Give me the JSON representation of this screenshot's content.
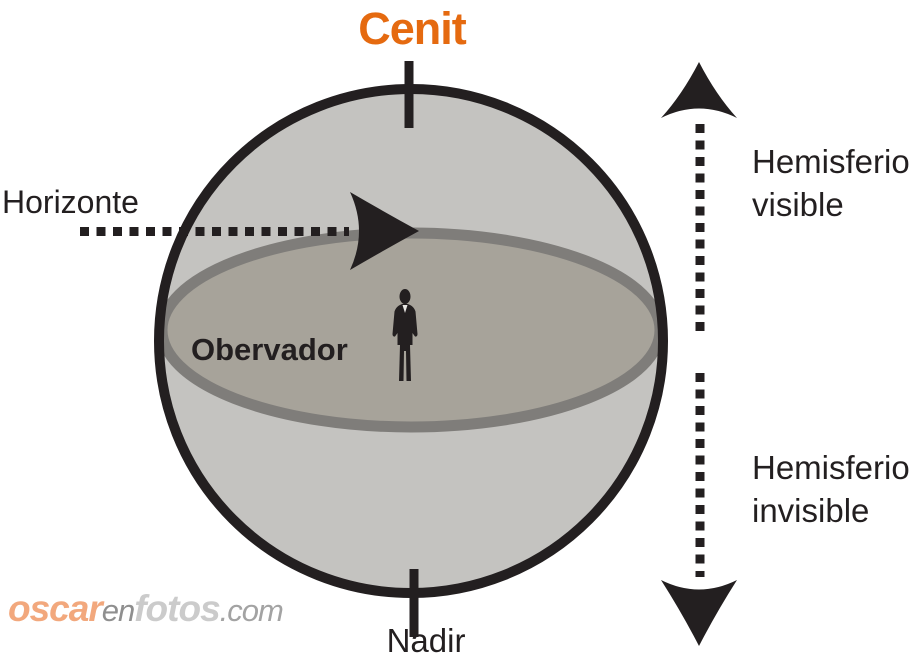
{
  "diagram": {
    "title": "Cenit",
    "horizon_label": "Horizonte",
    "observer_label": "Obervador",
    "nadir_label": "Nadir",
    "visible_hemisphere": {
      "line1": "Hemisferio",
      "line2": "visible"
    },
    "invisible_hemisphere": {
      "line1": "Hemisferio",
      "line2": "invisible"
    }
  },
  "watermark": {
    "part1": "oscar",
    "part2": "en",
    "part3": "fotos",
    "part4": ".com"
  },
  "icons": {
    "observer": "person-silhouette-icon",
    "zenith_axis": "up-arrow-icon",
    "nadir_axis": "down-arrow-icon",
    "horizon_pointer": "right-arrow-icon"
  },
  "colors": {
    "background": "#ffffff",
    "ink": "#231f20",
    "accent_orange": "#e56a10",
    "sphere_fill": "#c4c3c0",
    "horizon_fill": "#a7a39a",
    "horizon_ring": "#7f7d7a",
    "wm_oscar": "#f2a87d",
    "wm_en": "#8f8f8f",
    "wm_fotos": "#cbcbcb",
    "wm_com": "#a3a3a3"
  }
}
